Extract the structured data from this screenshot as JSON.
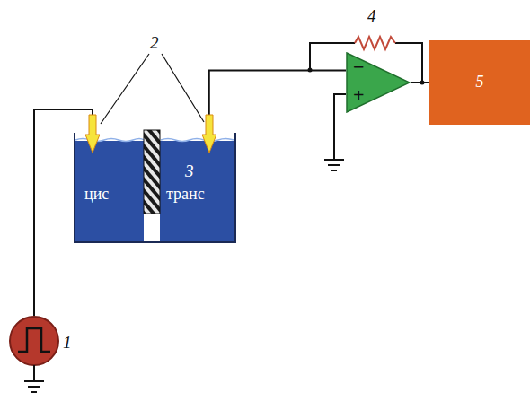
{
  "diagram": {
    "nodes": [
      {
        "text": [
          "цис"
        ]
      },
      {
        "text": [
          "транс"
        ]
      },
      {
        "text": [
          "−",
          "+"
        ]
      },
      {
        "text": [
          "5"
        ]
      }
    ],
    "edges": [
      {
        "from": 1,
        "to": 2,
        "arrow": "none"
      },
      {
        "from": 2,
        "to": 3,
        "arrow": "none"
      }
    ],
    "labels": [
      "2",
      "3",
      "1",
      "4"
    ]
  }
}
